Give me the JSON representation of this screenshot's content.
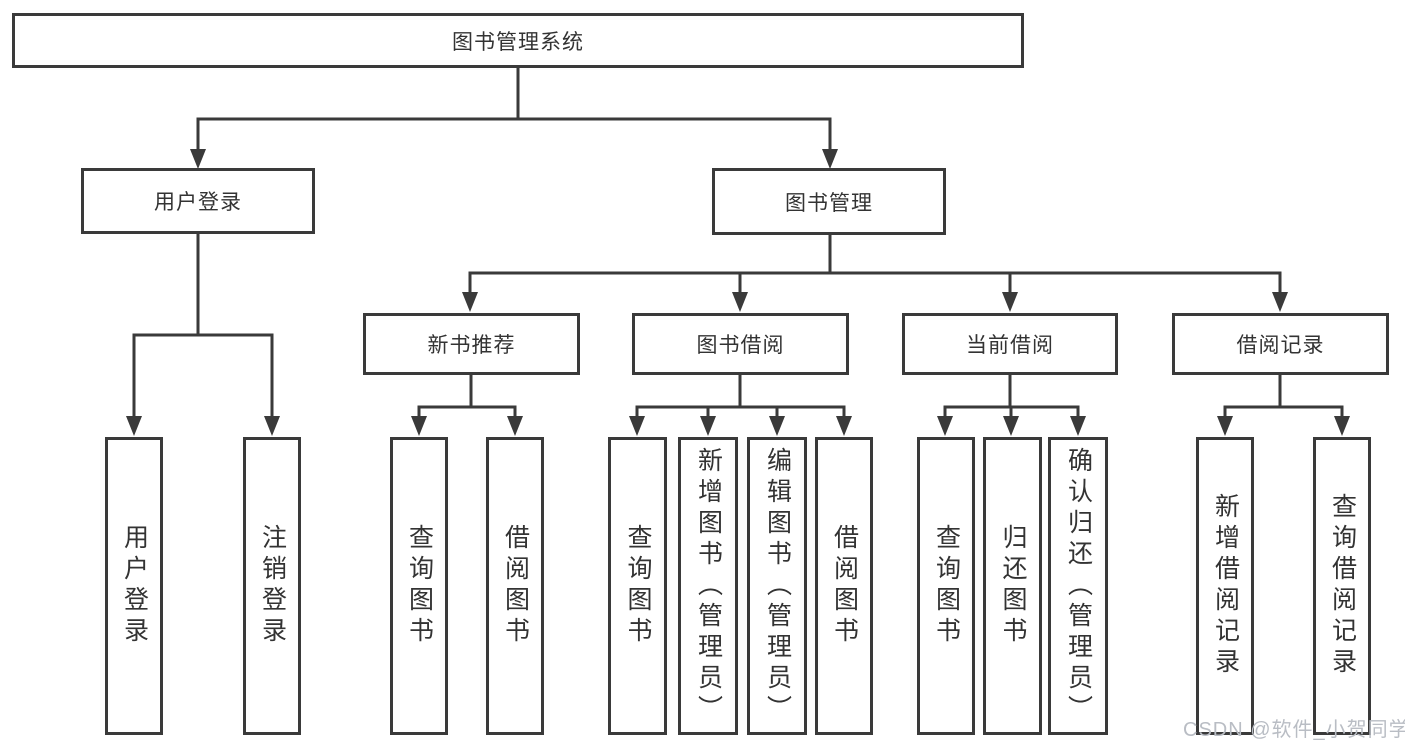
{
  "diagram_type": "tree",
  "colors": {
    "line": "#3a3a3a",
    "box_border": "#3a3a3a",
    "text": "#333333",
    "background": "#ffffff",
    "watermark": "#b9bdc4"
  },
  "nodes": {
    "root": "图书管理系统",
    "user_login_branch": "用户登录",
    "book_management_branch": "图书管理",
    "new_book_recommend": "新书推荐",
    "book_borrowing": "图书借阅",
    "current_borrowing": "当前借阅",
    "borrowing_records": "借阅记录",
    "leaf_user_login": "用户登录",
    "leaf_logout": "注销登录",
    "leaf_nb_query_books": "查询图书",
    "leaf_nb_borrow_books": "借阅图书",
    "leaf_bb_query_books": "查询图书",
    "leaf_bb_add_books_admin": "新增图书（管理员）",
    "leaf_bb_edit_books_admin": "编辑图书（管理员）",
    "leaf_bb_borrow_books": "借阅图书",
    "leaf_cb_query_books": "查询图书",
    "leaf_cb_return_books": "归还图书",
    "leaf_cb_confirm_return_admin": "确认归还（管理员）",
    "leaf_br_add_record": "新增借阅记录",
    "leaf_br_query_record": "查询借阅记录"
  },
  "watermark": "CSDN @软件_小贺同学"
}
